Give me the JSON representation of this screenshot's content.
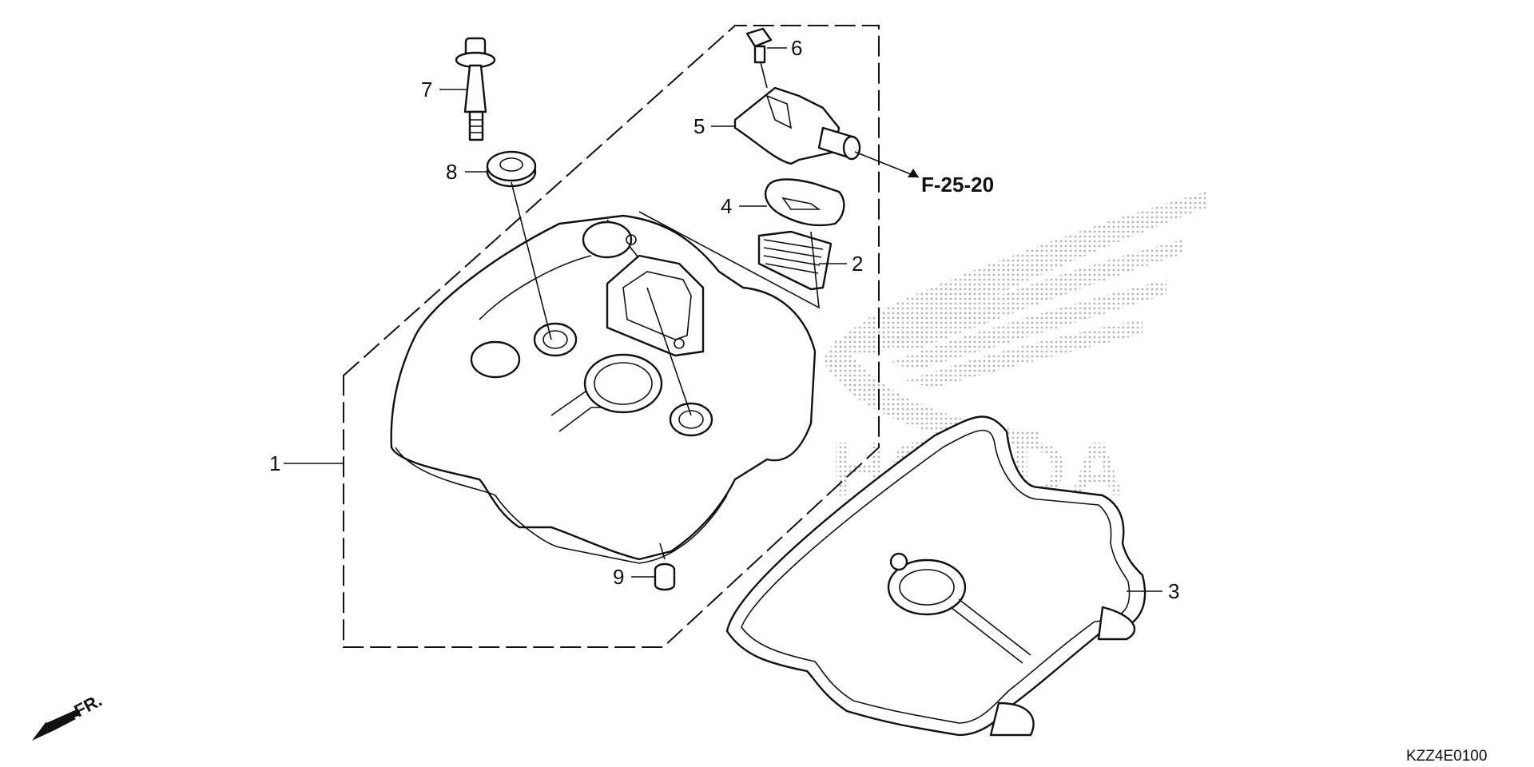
{
  "diagram": {
    "brand_watermark": "HONDA",
    "diagram_code": "KZZ4E0100",
    "reference": "F-25-20",
    "front_indicator": "FR.",
    "callouts": [
      {
        "id": "1",
        "part": "cylinder-head-cover"
      },
      {
        "id": "2",
        "part": "breather-filter"
      },
      {
        "id": "3",
        "part": "head-cover-gasket"
      },
      {
        "id": "4",
        "part": "breather-gasket"
      },
      {
        "id": "5",
        "part": "breather-cover"
      },
      {
        "id": "6",
        "part": "bolt"
      },
      {
        "id": "7",
        "part": "flange-bolt"
      },
      {
        "id": "8",
        "part": "rubber-seal"
      },
      {
        "id": "9",
        "part": "dowel-pin"
      }
    ],
    "colors": {
      "line": "#111111",
      "watermark": "#c8c8c8",
      "background": "#ffffff"
    }
  }
}
